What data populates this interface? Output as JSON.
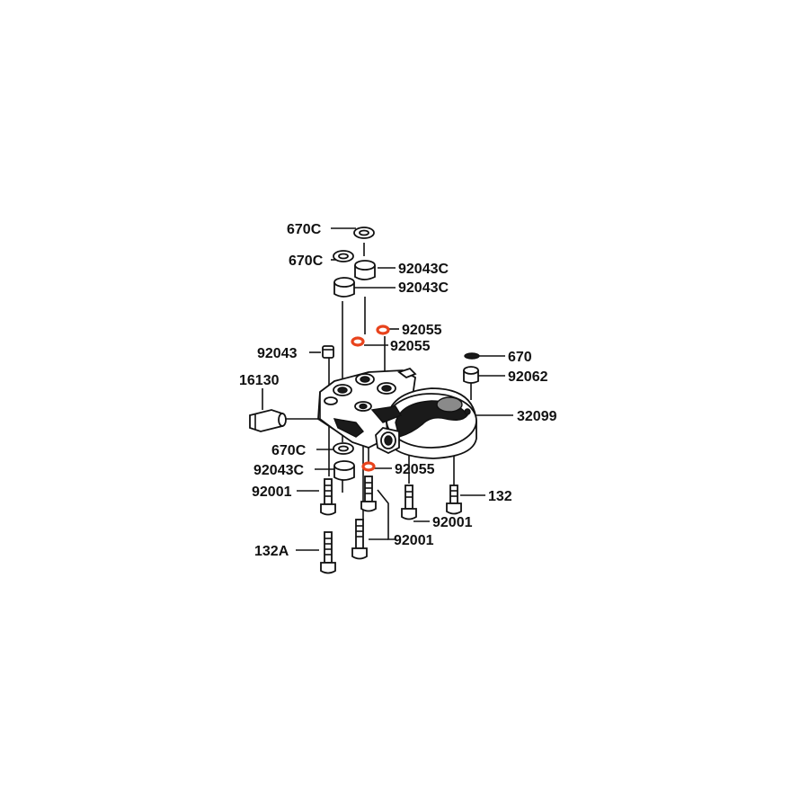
{
  "diagram": {
    "labels": [
      {
        "id": "l1",
        "text": "670C"
      },
      {
        "id": "l2",
        "text": "670C"
      },
      {
        "id": "l3",
        "text": "92043C"
      },
      {
        "id": "l4",
        "text": "92043C"
      },
      {
        "id": "l5",
        "text": "92055"
      },
      {
        "id": "l6",
        "text": "92055"
      },
      {
        "id": "l7",
        "text": "92043"
      },
      {
        "id": "l8",
        "text": "670"
      },
      {
        "id": "l9",
        "text": "92062"
      },
      {
        "id": "l10",
        "text": "16130"
      },
      {
        "id": "l11",
        "text": "32099"
      },
      {
        "id": "l12",
        "text": "670C"
      },
      {
        "id": "l13",
        "text": "92055"
      },
      {
        "id": "l14",
        "text": "92043C"
      },
      {
        "id": "l15",
        "text": "92001"
      },
      {
        "id": "l16",
        "text": "132"
      },
      {
        "id": "l17",
        "text": "92001"
      },
      {
        "id": "l18",
        "text": "92001"
      },
      {
        "id": "l19",
        "text": "132A"
      }
    ],
    "highlight_color": "#e8431c",
    "line_color": "#111111"
  }
}
